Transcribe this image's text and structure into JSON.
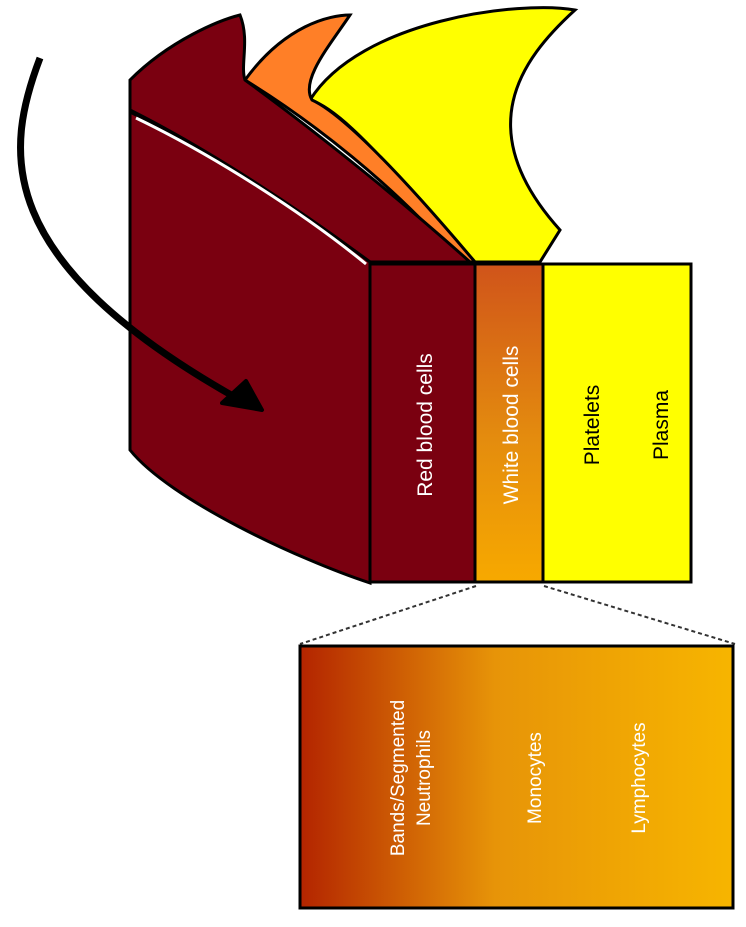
{
  "diagram": {
    "layers": [
      {
        "label": "Red blood cells",
        "color": "#7a0010"
      },
      {
        "label": "White blood cells",
        "color_top": "#d0541a",
        "color_bottom": "#f7a900"
      },
      {
        "label": "Platelets",
        "color": "#ffff00"
      },
      {
        "label": "Plasma",
        "color": "#ffff00"
      }
    ],
    "band_colors": {
      "red": "#7a0010",
      "orange": "#ff7f27",
      "yellow": "#ffff00"
    },
    "inset": {
      "gradient": [
        "#b32400",
        "#f7b500"
      ],
      "labels": [
        {
          "line1": "Bands/Segmented",
          "line2": "Neutrophils"
        },
        {
          "line1": "Monocytes"
        },
        {
          "line1": "Lymphocytes"
        }
      ]
    }
  }
}
